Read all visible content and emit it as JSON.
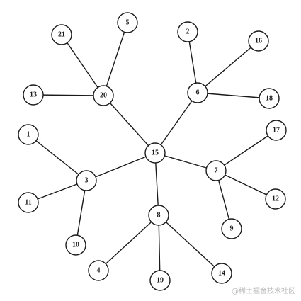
{
  "diagram": {
    "nodes": [
      "15",
      "20",
      "21",
      "5",
      "13",
      "6",
      "2",
      "16",
      "18",
      "3",
      "1",
      "11",
      "10",
      "7",
      "17",
      "12",
      "9",
      "8",
      "4",
      "19",
      "14"
    ],
    "edges": [
      [
        "15",
        "20"
      ],
      [
        "20",
        "21"
      ],
      [
        "20",
        "5"
      ],
      [
        "20",
        "13"
      ],
      [
        "15",
        "6"
      ],
      [
        "6",
        "2"
      ],
      [
        "6",
        "16"
      ],
      [
        "6",
        "18"
      ],
      [
        "15",
        "3"
      ],
      [
        "3",
        "1"
      ],
      [
        "3",
        "11"
      ],
      [
        "3",
        "10"
      ],
      [
        "15",
        "7"
      ],
      [
        "7",
        "17"
      ],
      [
        "7",
        "12"
      ],
      [
        "7",
        "9"
      ],
      [
        "15",
        "8"
      ],
      [
        "8",
        "4"
      ],
      [
        "8",
        "19"
      ],
      [
        "8",
        "14"
      ]
    ]
  },
  "watermark": {
    "text": "@稀土掘金技术社区"
  }
}
